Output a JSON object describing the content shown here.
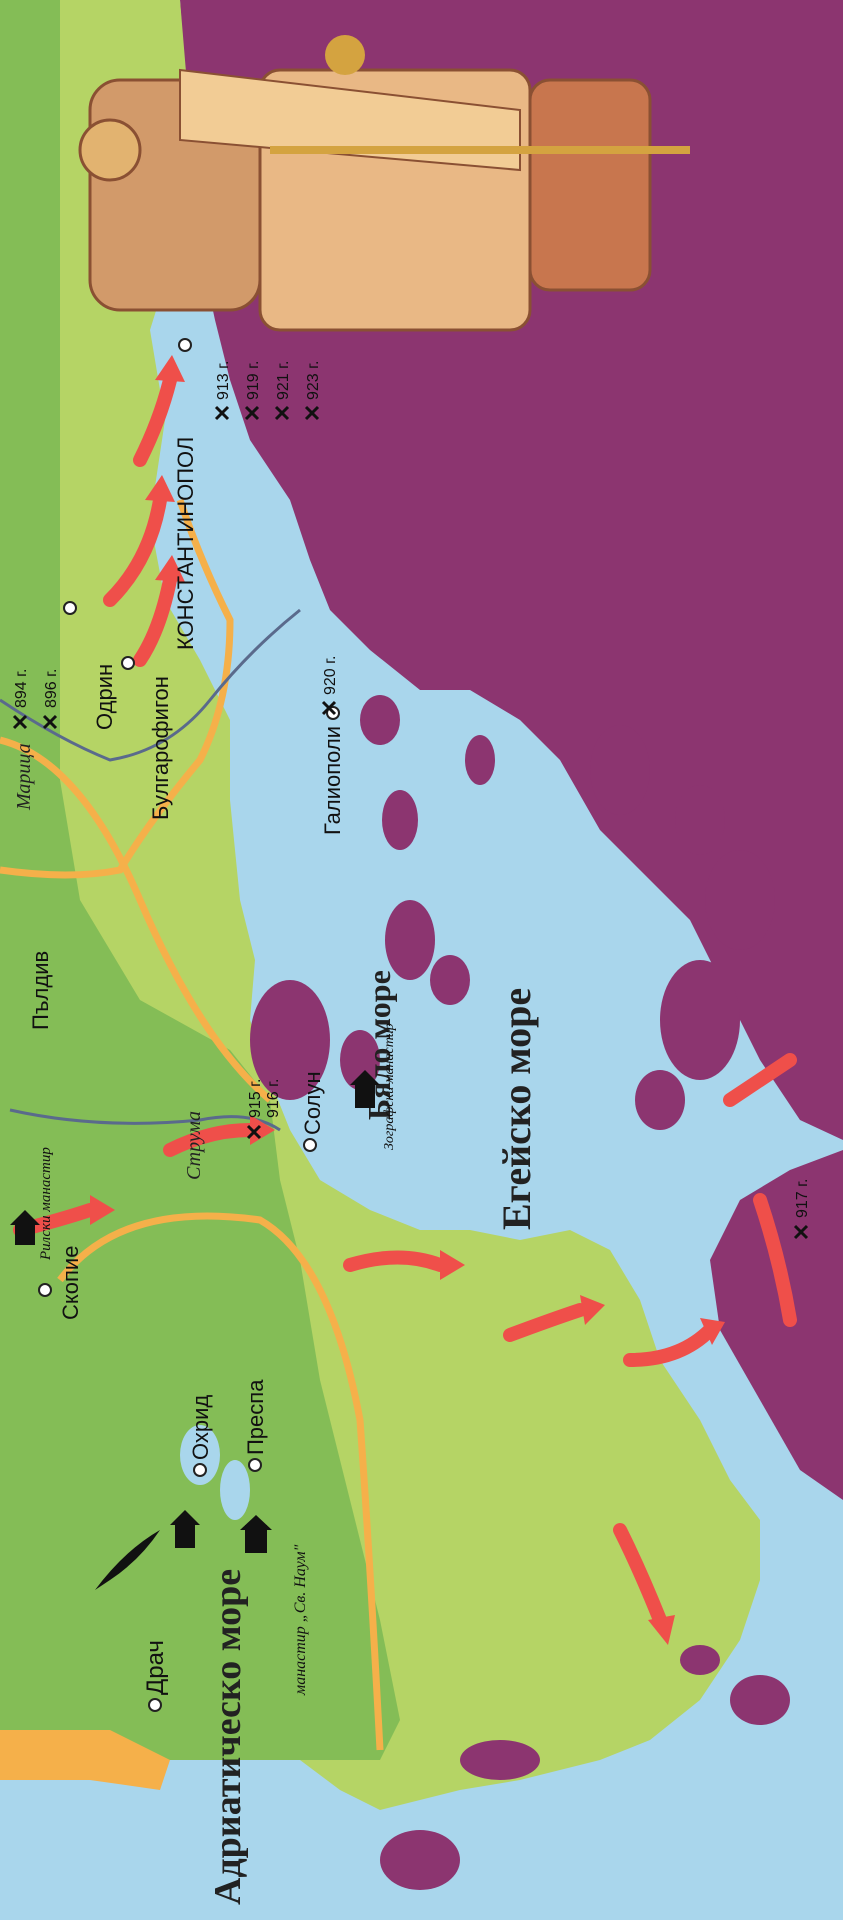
{
  "colors": {
    "sea": "#a9d6ec",
    "byzantium": "#8c3570",
    "bulgaria_light": "#b5d465",
    "bulgaria_dark": "#84bd56",
    "border_orange": "#f5b04a",
    "campaign_arrow": "#ef4f4a",
    "river": "#5a6a8c"
  },
  "seas": {
    "adriatic": "Адриатическо море",
    "aegean": "Егейско море",
    "white_sea": "Бяло море"
  },
  "cities": {
    "drach": "Драч",
    "ohrid": "Охрид",
    "prespa": "Преспа",
    "skopie": "Скопие",
    "solun": "Солун",
    "plovdiv": "Пълдив",
    "odrin": "Одрин",
    "bulgarofigon": "Булгарофигон",
    "galiopoli": "Галиополи",
    "konstantinopol": "КОНСТАНТИНОПОЛ"
  },
  "rivers": {
    "maritsa": "Марица",
    "struma": "Струма"
  },
  "monasteries": {
    "rila": "Рилски манастир",
    "zograf": "Зографски манастир",
    "sv_naum": "манастир „Св. Наум\""
  },
  "battles": {
    "b894": "894 г.",
    "b896": "896 г.",
    "b913": "913 г.",
    "b919": "919 г.",
    "b921": "921 г.",
    "b923": "923 г.",
    "b915": "915 г.",
    "b916": "916 г.",
    "b920": "920 г.",
    "b917": "917 г."
  },
  "icons": {
    "city": "city-circle-icon",
    "battle": "crossed-swords-icon",
    "monastery": "monastery-icon",
    "quill": "quill-icon"
  }
}
